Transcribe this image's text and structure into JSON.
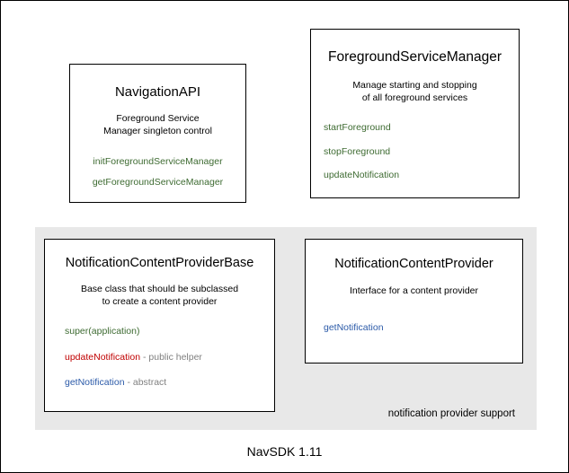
{
  "diagram": {
    "footer_version": "NavSDK 1.11",
    "group": {
      "label": "notification provider support",
      "background_color": "#e8e8e8"
    },
    "colors": {
      "method_green": "#3e6b32",
      "method_red": "#c00000",
      "method_blue": "#2b5aa8",
      "note_gray": "#808080",
      "box_border": "#000000",
      "page_background": "#ffffff"
    },
    "boxes": [
      {
        "id": "navigation-api",
        "title": "NavigationAPI",
        "description": "Foreground Service\nManager singleton control",
        "description_lines": [
          "Foreground Service",
          "Manager singleton control"
        ],
        "members": [
          {
            "name": "initForegroundServiceManager",
            "color": "green",
            "note": ""
          },
          {
            "name": "getForegroundServiceManager",
            "color": "green",
            "note": ""
          }
        ]
      },
      {
        "id": "foreground-service-manager",
        "title": "ForegroundServiceManager",
        "description_lines": [
          "Manage starting and stopping",
          "of all foreground services"
        ],
        "members": [
          {
            "name": "startForeground",
            "color": "green",
            "note": ""
          },
          {
            "name": "stopForeground",
            "color": "green",
            "note": ""
          },
          {
            "name": "updateNotification",
            "color": "green",
            "note": ""
          }
        ]
      },
      {
        "id": "notification-content-provider-base",
        "title": "NotificationContentProviderBase",
        "description_lines": [
          "Base class that should be subclassed",
          "to create a content provider"
        ],
        "members": [
          {
            "name": "super(application)",
            "color": "green",
            "note": ""
          },
          {
            "name": "updateNotification",
            "color": "red",
            "note": " - public helper"
          },
          {
            "name": "getNotification",
            "color": "blue",
            "note": " - abstract"
          }
        ]
      },
      {
        "id": "notification-content-provider",
        "title": "NotificationContentProvider",
        "description_lines": [
          "Interface for a content provider"
        ],
        "members": [
          {
            "name": "getNotification",
            "color": "blue",
            "note": ""
          }
        ]
      }
    ]
  }
}
